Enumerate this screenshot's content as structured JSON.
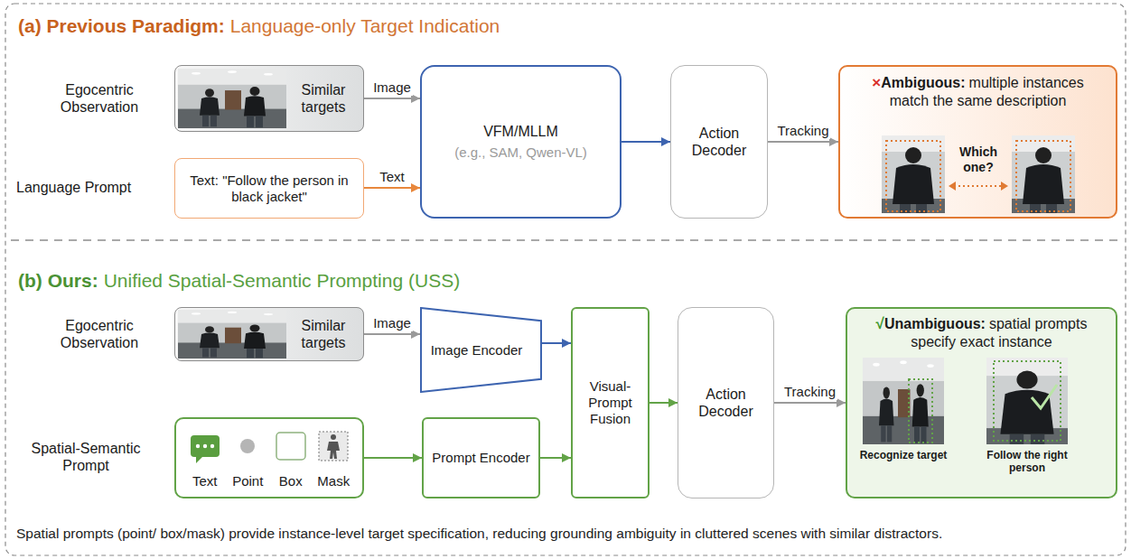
{
  "diagram": {
    "caption": "Spatial prompts (point/ box/mask) provide instance-level target specification, reducing grounding ambiguity in cluttered scenes with similar distractors.",
    "nodes": [
      {
        "text": [
          "Similar targets"
        ]
      },
      {
        "text": [
          "Text: \"Follow the person in black jacket\""
        ]
      },
      {
        "text": [
          "VFM/MLLM",
          "(e.g., SAM, Qwen-VL)"
        ]
      },
      {
        "text": [
          "Action Decoder"
        ]
      },
      {
        "text": [
          "×",
          "Ambiguous:",
          "multiple instances match the same description"
        ]
      },
      {
        "text": [
          "Similar targets"
        ]
      },
      {
        "text": [
          "Text",
          "Point",
          "Box",
          "Mask"
        ]
      },
      {
        "text": [
          "Image Encoder"
        ]
      },
      {
        "text": [
          "Prompt Encoder"
        ]
      },
      {
        "text": [
          "Visual-Prompt Fusion"
        ]
      },
      {
        "text": [
          "Action Decoder"
        ]
      },
      {
        "text": [
          "√",
          "Unambiguous:",
          "spatial prompts specify exact instance"
        ]
      }
    ],
    "edges": [
      {
        "from": 0,
        "to": 2,
        "arrow": "to",
        "label": "Image"
      },
      {
        "from": 1,
        "to": 2,
        "arrow": "to",
        "label": "Text"
      },
      {
        "from": 2,
        "to": 3,
        "arrow": "to"
      },
      {
        "from": 3,
        "to": 4,
        "arrow": "to",
        "label": "Tracking"
      },
      {
        "from": 5,
        "to": 7,
        "arrow": "to",
        "label": "Image"
      },
      {
        "from": 6,
        "to": 8,
        "arrow": "to"
      },
      {
        "from": 7,
        "to": 9,
        "arrow": "to"
      },
      {
        "from": 8,
        "to": 9,
        "arrow": "to"
      },
      {
        "from": 9,
        "to": 10,
        "arrow": "to"
      },
      {
        "from": 10,
        "to": 11,
        "arrow": "to",
        "label": "Tracking"
      }
    ],
    "labels": [
      "(a) Previous Paradigm:",
      "Language-only Target Indication",
      "Egocentric Observation",
      "Language Prompt",
      "Which one?",
      "(b) Ours:",
      "Unified Spatial-Semantic Prompting (USS)",
      "Egocentric Observation",
      "Spatial-Semantic Prompt",
      "Recognize target",
      "Follow the right person"
    ]
  }
}
